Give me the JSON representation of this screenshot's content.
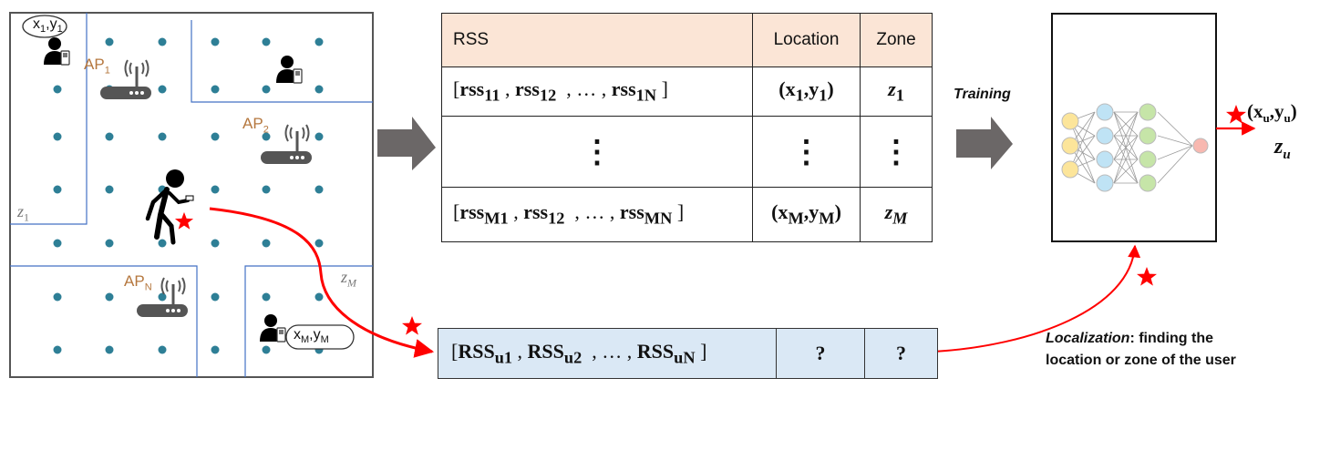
{
  "floor_plan": {
    "user_labels": [
      {
        "id": "user-1",
        "x": "x",
        "x_sub": "1",
        "y": "y",
        "y_sub": "1"
      },
      {
        "id": "user-M",
        "x": "x",
        "x_sub": "M",
        "y": "y",
        "y_sub": "M"
      }
    ],
    "access_points": [
      {
        "label": "AP",
        "sub": "1"
      },
      {
        "label": "AP",
        "sub": "2"
      },
      {
        "label": "AP",
        "sub": "N"
      }
    ],
    "zones": [
      {
        "label": "z",
        "sub": "1"
      },
      {
        "label": "z",
        "sub": "M"
      }
    ],
    "colors": {
      "dot": "#2e7f96",
      "zone_line": "#4472c4",
      "ap_label": "#c07a40",
      "router": "#555555",
      "star": "#ff0000"
    }
  },
  "fingerprint_table": {
    "headers": [
      "RSS",
      "Location",
      "Zone"
    ],
    "rows": [
      {
        "rss": {
          "open": "[",
          "items": [
            [
              "rss",
              "11"
            ],
            [
              "rss",
              "12"
            ],
            [
              "rss",
              "1N"
            ]
          ],
          "ellipsis": "…",
          "close": "]"
        },
        "location": {
          "x": "x",
          "x_sub": "1",
          "y": "y",
          "y_sub": "1"
        },
        "zone": {
          "z": "z",
          "sub": "1"
        }
      },
      {
        "rss": {
          "dots": "⋮"
        },
        "location": {
          "dots": "⋮"
        },
        "zone": {
          "dots": "⋮"
        }
      },
      {
        "rss": {
          "open": "[",
          "items": [
            [
              "rss",
              "M1"
            ],
            [
              "rss",
              "12"
            ],
            [
              "rss",
              "MN"
            ]
          ],
          "ellipsis": "…",
          "close": "]"
        },
        "location": {
          "x": "x",
          "x_sub": "M",
          "y": "y",
          "y_sub": "M"
        },
        "zone": {
          "z": "z",
          "sub": "M"
        }
      }
    ],
    "header_bg": "#fbe5d6"
  },
  "query_row": {
    "rss": {
      "open": "[",
      "items": [
        [
          "RSS",
          "u1"
        ],
        [
          "RSS",
          "u2"
        ],
        [
          "RSS",
          "uN"
        ]
      ],
      "ellipsis": "…",
      "close": "]"
    },
    "location": "?",
    "zone": "?",
    "bg": "#dae8f5"
  },
  "training_label": "Training",
  "model": {
    "layers": [
      3,
      4,
      4,
      1
    ],
    "layer_colors": [
      "#fce59a",
      "#bfe3f5",
      "#c6e5a8",
      "#f8b8b0"
    ]
  },
  "output": {
    "x": "x",
    "x_sub": "u",
    "y": "y",
    "y_sub": "u",
    "zone": "z",
    "zone_sub": "u"
  },
  "localization_caption": {
    "term": "Localization",
    "rest_line1": ": finding the",
    "line2": "location or zone of the user"
  }
}
